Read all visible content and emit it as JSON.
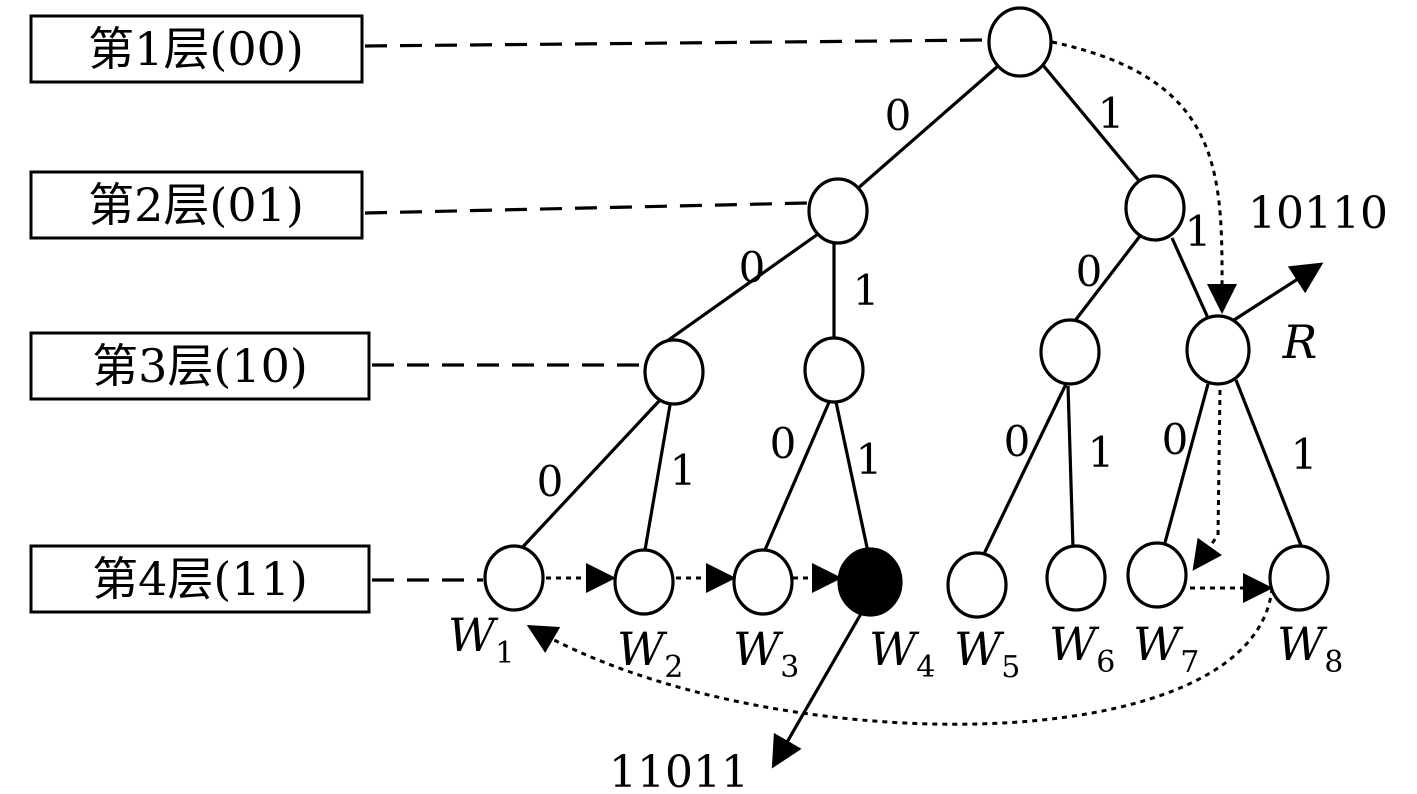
{
  "layers": [
    {
      "label": "第1层(00)"
    },
    {
      "label": "第2层(01)"
    },
    {
      "label": "第3层(10)"
    },
    {
      "label": "第4层(11)"
    }
  ],
  "edge_labels": {
    "root_left": "0",
    "root_right": "1",
    "l2a_left": "0",
    "l2a_right": "1",
    "l2b_left": "0",
    "l2b_right": "1",
    "l3a_left": "0",
    "l3a_right": "1",
    "l3b_left": "0",
    "l3b_right": "1",
    "l3c_left": "0",
    "l3c_right": "1",
    "l3d_left": "0",
    "l3d_right": "1"
  },
  "leaves": [
    {
      "letter": "W",
      "sub": "1"
    },
    {
      "letter": "W",
      "sub": "2"
    },
    {
      "letter": "W",
      "sub": "3"
    },
    {
      "letter": "W",
      "sub": "4"
    },
    {
      "letter": "W",
      "sub": "5"
    },
    {
      "letter": "W",
      "sub": "6"
    },
    {
      "letter": "W",
      "sub": "7"
    },
    {
      "letter": "W",
      "sub": "8"
    }
  ],
  "node_r_label": "R",
  "code_r": "10110",
  "code_w4": "11011"
}
